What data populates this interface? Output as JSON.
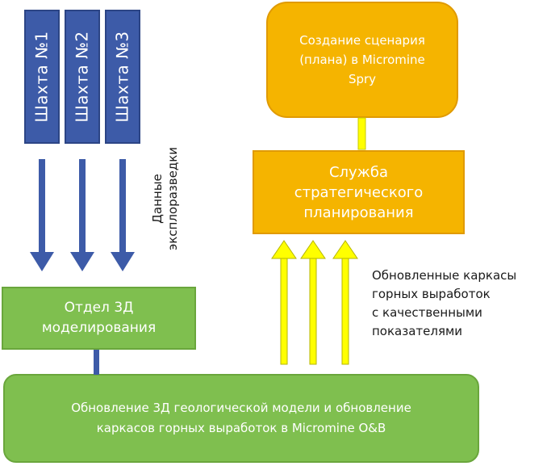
{
  "shafts": [
    {
      "label": "Шахта №1"
    },
    {
      "label": "Шахта №2"
    },
    {
      "label": "Шахта №3"
    }
  ],
  "exploration_label": "Данные\nэксплоразведки",
  "scenario_box": "Создание сценария\n(плана) в Micromine\nSpry",
  "planning_box": "Служба\nстратегического\nпланирования",
  "updated_frames_label": "Обновленные каркасы\nгорных выработок\nс качественными\nпоказателями",
  "modeling_box": "Отдел 3Д\nмоделирования",
  "update_box": "Обновление 3Д геологической модели и обновление\nкаркасов горных выработок в Micromine O&B",
  "colors": {
    "blue": "#3d5ba8",
    "orange": "#f5b400",
    "green": "#7fbf4f",
    "yellow": "#ffff00"
  }
}
